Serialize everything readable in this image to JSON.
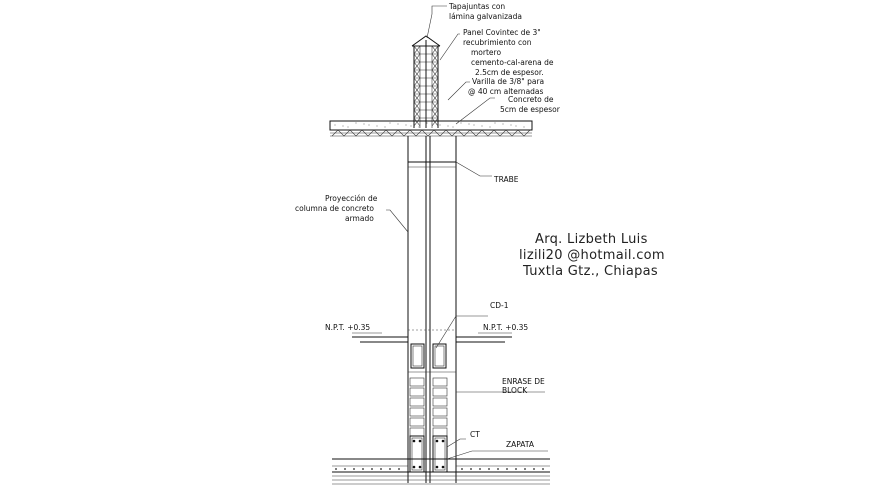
{
  "labels": {
    "tapajuntas_1": "Tapajuntas con",
    "tapajuntas_2": "lámina galvanizada",
    "panel_1": "Panel Covintec de 3\"",
    "panel_2": "recubrimiento con",
    "panel_3": "mortero",
    "panel_4": "cemento-cal-arena de",
    "panel_5": "2.5cm de espesor.",
    "varilla_1": "Varilla de 3/8\" para",
    "varilla_2": "@ 40 cm alternadas",
    "concreto_1": "Concreto de",
    "concreto_2": "5cm de espesor",
    "trabe": "TRABE",
    "proyeccion_1": "Proyección de",
    "proyeccion_2": "columna de concreto",
    "proyeccion_3": "armado",
    "npt_left": "N.P.T. +0.35",
    "npt_right": "N.P.T. +0.35",
    "cd1": "CD-1",
    "enrase_1": "ENRASE DE",
    "enrase_2": "BLOCK",
    "ct": "CT",
    "zapata": "ZAPATA"
  },
  "credit": {
    "line1": "Arq. Lizbeth Luis",
    "line2": "lizili20 @hotmail.com",
    "line3": "Tuxtla Gtz., Chiapas"
  },
  "colors": {
    "line": "#111111",
    "background": "#ffffff"
  }
}
